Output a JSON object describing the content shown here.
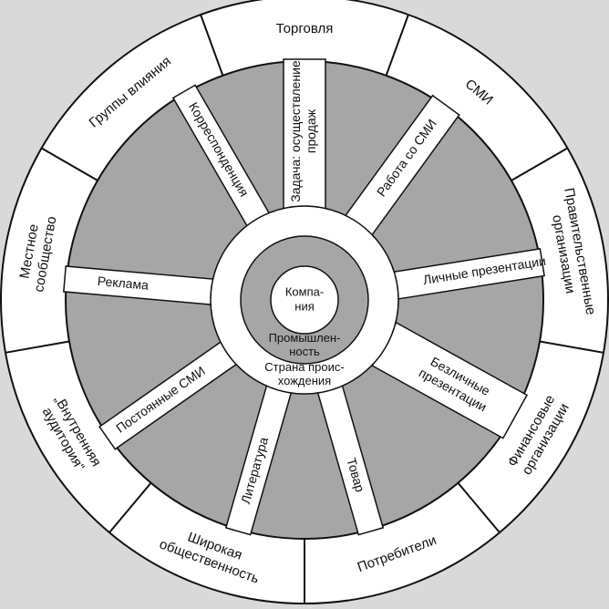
{
  "diagram": {
    "outer_ring": [
      {
        "lines": [
          "Торговля"
        ]
      },
      {
        "lines": [
          "СМИ"
        ]
      },
      {
        "lines": [
          "Правительственные",
          "организации"
        ]
      },
      {
        "lines": [
          "Финансовые",
          "организации"
        ]
      },
      {
        "lines": [
          "Потребители"
        ]
      },
      {
        "lines": [
          "Широкая",
          "общественность"
        ]
      },
      {
        "lines": [
          "„Внутренняя",
          "аудитория“"
        ]
      },
      {
        "lines": [
          "Местное",
          "сообщество"
        ]
      },
      {
        "lines": [
          "Группы влияния"
        ]
      }
    ],
    "spokes": [
      {
        "lines": [
          "Задача: осуществление",
          "продаж"
        ]
      },
      {
        "lines": [
          "Работа со СМИ"
        ]
      },
      {
        "lines": [
          "Личные презентации"
        ]
      },
      {
        "lines": [
          "Безличные",
          "презентации"
        ]
      },
      {
        "lines": [
          "Товар"
        ]
      },
      {
        "lines": [
          "Литература"
        ]
      },
      {
        "lines": [
          "Постоянные СМИ"
        ]
      },
      {
        "lines": [
          "Реклама"
        ]
      },
      {
        "lines": [
          "Корреспонденция"
        ]
      }
    ],
    "core": {
      "center": [
        "Компа-",
        "ния"
      ],
      "ring2": [
        "Промышлен-",
        "ность"
      ],
      "ring1": [
        "Страна проис-",
        "хождения"
      ]
    }
  }
}
